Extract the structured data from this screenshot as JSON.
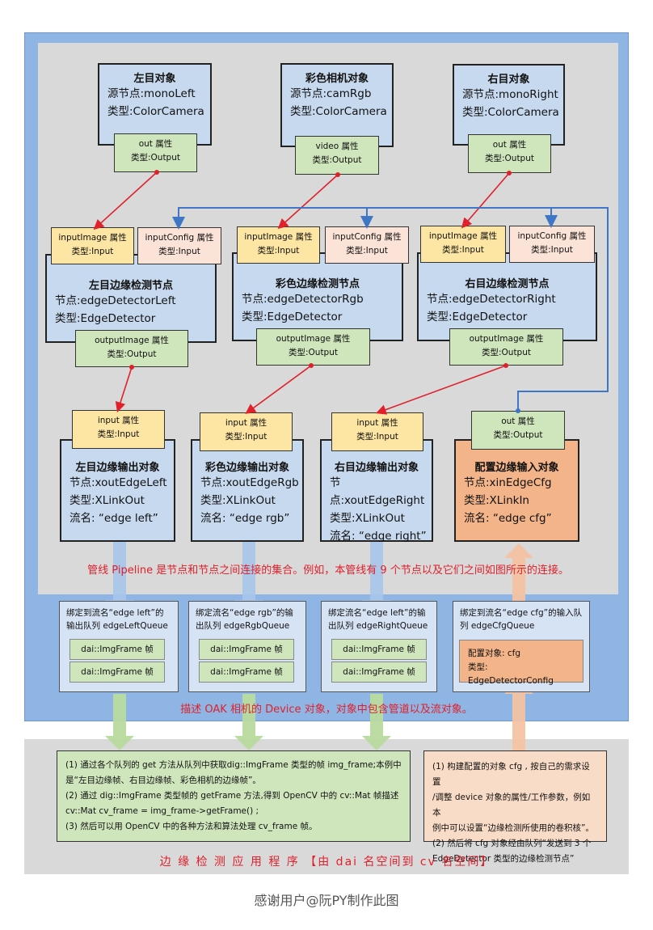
{
  "sources": [
    {
      "title": "左目对象",
      "line1": "源节点:monoLeft",
      "line2": "类型:ColorCamera",
      "prop1": "out 属性",
      "prop2": "类型:Output"
    },
    {
      "title": "彩色相机对象",
      "line1": "源节点:camRgb",
      "line2": "类型:ColorCamera",
      "prop1": "video 属性",
      "prop2": "类型:Output"
    },
    {
      "title": "右目对象",
      "line1": "源节点:monoRight",
      "line2": "类型:ColorCamera",
      "prop1": "out 属性",
      "prop2": "类型:Output"
    }
  ],
  "detectors": [
    {
      "title": "左目边缘检测节点",
      "line1": "节点:edgeDetectorLeft",
      "line2": "类型:EdgeDetector",
      "in1a": "inputImage 属性",
      "in1b": "类型:Input",
      "in2a": "inputConfig 属性",
      "in2b": "类型:Input",
      "outa": "outputImage 属性",
      "outb": "类型:Output"
    },
    {
      "title": "彩色边缘检测节点",
      "line1": "节点:edgeDetectorRgb",
      "line2": "类型:EdgeDetector",
      "in1a": "inputImage 属性",
      "in1b": "类型:Input",
      "in2a": "inputConfig 属性",
      "in2b": "类型:Input",
      "outa": "outputImage 属性",
      "outb": "类型:Output"
    },
    {
      "title": "右目边缘检测节点",
      "line1": "节点:edgeDetectorRight",
      "line2": "类型:EdgeDetector",
      "in1a": "inputImage 属性",
      "in1b": "类型:Input",
      "in2a": "inputConfig 属性",
      "in2b": "类型:Input",
      "outa": "outputImage 属性",
      "outb": "类型:Output"
    }
  ],
  "outputs": [
    {
      "title": "左目边缘输出对象",
      "line1": "节点:xoutEdgeLeft",
      "line2": "类型:XLinkOut",
      "line3": "流名: “edge left”",
      "prop1": "input 属性",
      "prop2": "类型:Input"
    },
    {
      "title": "彩色边缘输出对象",
      "line1": "节点:xoutEdgeRgb",
      "line2": "类型:XLinkOut",
      "line3": "流名: “edge rgb”",
      "prop1": "input 属性",
      "prop2": "类型:Input"
    },
    {
      "title": "右目边缘输出对象",
      "line1": "节点:xoutEdgeRight",
      "line2": "类型:XLinkOut",
      "line3": "流名: “edge right”",
      "prop1": "input 属性",
      "prop2": "类型:Input"
    },
    {
      "title": "配置边缘输入对象",
      "line1": "节点:xinEdgeCfg",
      "line2": "类型:XLinkIn",
      "line3": "流名: “edge cfg”",
      "prop1": "out 属性",
      "prop2": "类型:Output"
    }
  ],
  "pipeline_caption": "管线 Pipeline 是节点和节点之间连接的集合。例如，本管线有 9 个节点以及它们之间如图所示的连接。",
  "queues": [
    {
      "line1": "绑定到流名“edge left”的",
      "line2": "输出队列 edgeLeftQueue",
      "frame1": "dai::ImgFrame 帧",
      "frame2": "dai::ImgFrame 帧"
    },
    {
      "line1": "绑定流名“edge rgb”的输",
      "line2": "出队列 edgeRgbQueue",
      "frame1": "dai::ImgFrame 帧",
      "frame2": "dai::ImgFrame 帧"
    },
    {
      "line1": "绑定流名“edge left”的输",
      "line2": "出队列 edgeRightQueue",
      "frame1": "dai::ImgFrame 帧",
      "frame2": "dai::ImgFrame 帧"
    },
    {
      "line1": "绑定到流名“edge cfg”的输入队",
      "line2": "列 edgeCfgQueue",
      "cfg1": "配置对象: cfg",
      "cfg2": "类型: EdgeDetectorConfig"
    }
  ],
  "device_caption": "描述 OAK 相机的 Device 对象，对象中包含管道以及流对象。",
  "info_left": [
    "(1) 通过各个队列的 get 方法从队列中获取dig::ImgFrame 类型的帧 img_frame;本例中",
    "是“左目边缘帧、右目边缘帧、彩色相机的边缘帧”。",
    "(2) 通过 dig::ImgFrame 类型帧的 getFrame 方法,得到 OpenCV 中的  cv::Mat 帧描述",
    "cv::Mat cv_frame = img_frame->getFrame() ;",
    "(3) 然后可以用 OpenCV 中的各种方法和算法处理 cv_frame 帧。"
  ],
  "info_right": [
    "(1) 构建配置的对象 cfg , 按自己的需求设置",
    "/调整 device 对象的属性/工作参数，例如本",
    "例中可以设置“边缘检测所使用的卷积核”。",
    "(2) 然后将 cfg 对象经由队列“发送到 3 个",
    "EdgeDetector 类型的边缘检测节点”"
  ],
  "app_title": "边 缘 检 测 应 用 程 序 【由 dai 名空间到 cv 名空间】",
  "credit": "感谢用户@阮PY制作此图",
  "colors": {
    "blue_bg": "#8fb5e4",
    "gray_bg": "#d9d9d9",
    "node_blue": "#c7d9ee",
    "node_orange": "#f2b488",
    "prop_green": "#cfe6bd",
    "prop_yellow": "#fde6a3",
    "red_arrow": "#e0202a",
    "blue_line": "#3f76c6"
  }
}
